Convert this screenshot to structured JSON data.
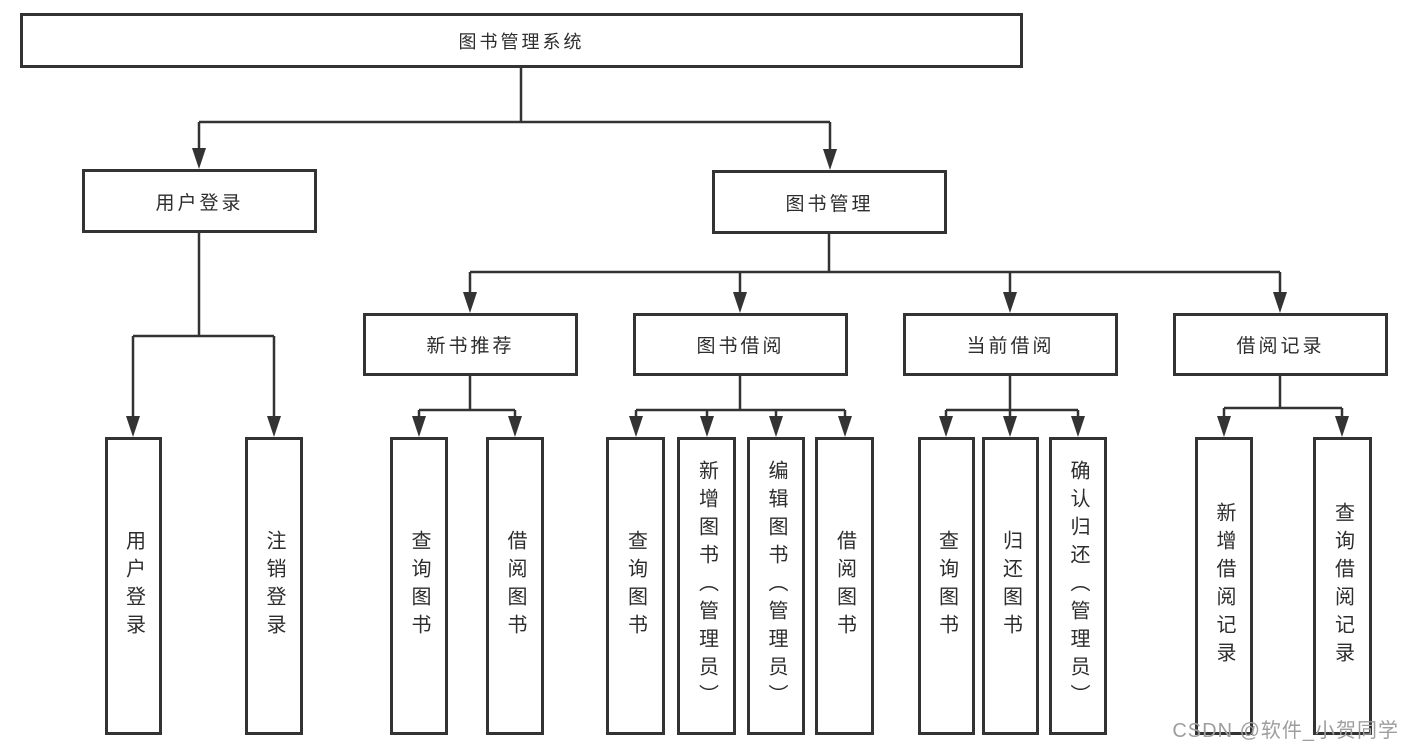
{
  "diagram": {
    "root": {
      "label": "图书管理系统"
    },
    "level2": [
      {
        "label": "用户登录"
      },
      {
        "label": "图书管理"
      }
    ],
    "level3": [
      {
        "label": "新书推荐"
      },
      {
        "label": "图书借阅"
      },
      {
        "label": "当前借阅"
      },
      {
        "label": "借阅记录"
      }
    ],
    "leaves": {
      "user": [
        {
          "label": "用户登录"
        },
        {
          "label": "注销登录"
        }
      ],
      "recommend": [
        {
          "label": "查询图书"
        },
        {
          "label": "借阅图书"
        }
      ],
      "borrow": [
        {
          "label": "查询图书"
        },
        {
          "label": "新增图书（管理员）"
        },
        {
          "label": "编辑图书（管理员）"
        },
        {
          "label": "借阅图书"
        }
      ],
      "current": [
        {
          "label": "查询图书"
        },
        {
          "label": "归还图书"
        },
        {
          "label": "确认归还（管理员）"
        }
      ],
      "records": [
        {
          "label": "新增借阅记录"
        },
        {
          "label": "查询借阅记录"
        }
      ]
    }
  },
  "watermark": {
    "text": "CSDN @软件_小贺同学"
  },
  "colors": {
    "line": "#333333",
    "text": "#2d2d2d",
    "background": "#ffffff",
    "watermark": "#9e9e9e"
  }
}
